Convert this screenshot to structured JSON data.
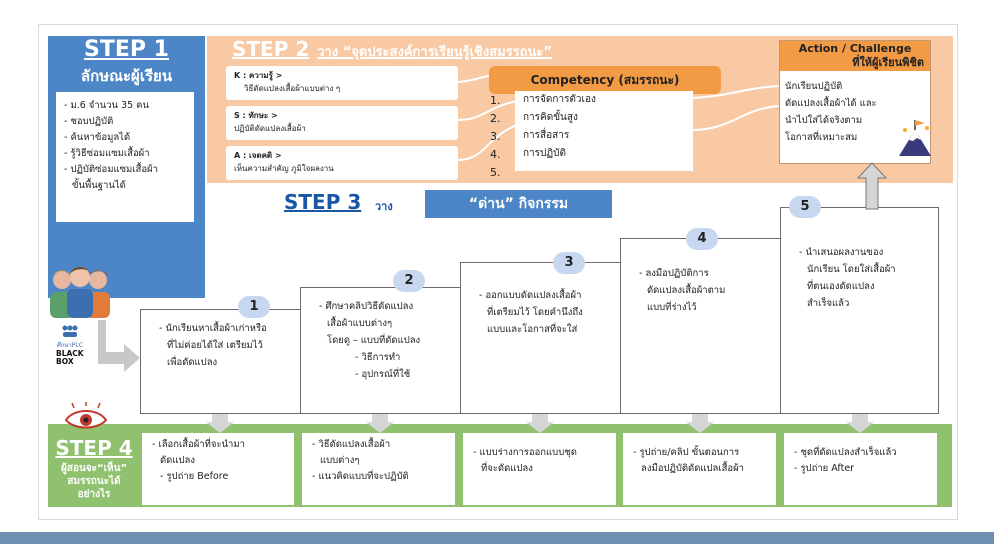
{
  "step1": {
    "title": "STEP 1",
    "subtitle": "ลักษณะผู้เรียน",
    "items": [
      "- ม.6 จำนวน 35 คน",
      "- ชอบปฏิบัติ",
      "- ค้นหาข้อมูลได้",
      "- รู้วิธีซ่อมแซมเสื้อผ้า",
      "- ปฏิบัติซ่อมแซมเสื้อผ้า",
      "  ขั้นพื้นฐานได้"
    ]
  },
  "step2": {
    "title": "STEP 2",
    "subtitle": "วาง “จุดประสงค์การเรียนรู้เชิงสมรรถนะ”",
    "k_label": "K : ความรู้ >",
    "k_text": "วิธีดัดแปลงเสื้อผ้าแบบต่าง ๆ",
    "s_label": "S : ทักษะ >",
    "s_text": "ปฏิบัติดัดแปลงเสื้อผ้า",
    "a_label": "A : เจตคติ >",
    "a_text": "เห็นความสำคัญ ภูมิใจผลงาน"
  },
  "competency": {
    "title": "Competency (สมรรถนะ)",
    "nums": [
      "1.",
      "2.",
      "3.",
      "4.",
      "5."
    ],
    "items": [
      "การจัดการตัวเอง",
      "การคิดขั้นสูง",
      "การสื่อสาร",
      "การปฏิบัติ"
    ]
  },
  "action": {
    "title_line1": "Action / Challenge",
    "title_line2": "ที่ให้ผู้เรียนพิชิต",
    "text": [
      "นักเรียนปฏิบัติ",
      "ดัดแปลงเสื้อผ้าได้ และ",
      "นำไปใส่ได้จริงตาม",
      "โอกาสที่เหมาะสม"
    ]
  },
  "step3": {
    "title": "STEP 3",
    "subtitle": "วาง",
    "badge": "“ด่าน” กิจกรรม"
  },
  "stages": [
    {
      "num": "1",
      "lines": [
        "- นักเรียนหาเสื้อผ้าเก่าหรือ",
        "  ที่ไม่ค่อยได้ใส่ เตรียมไว้",
        "  เพื่อดัดแปลง"
      ]
    },
    {
      "num": "2",
      "lines": [
        "- ศึกษาคลิปวิธีดัดแปลง",
        "  เสื้อผ้าแบบต่างๆ",
        "  โดยดู – แบบที่ดัดแปลง",
        "              - วิธีการทำ",
        "              - อุปกรณ์ที่ใช้"
      ]
    },
    {
      "num": "3",
      "lines": [
        "- ออกแบบดัดแปลงเสื้อผ้า",
        "  ที่เตรียมไว้ โดยคำนึงถึง",
        "  แบบและโอกาสที่จะใส่"
      ]
    },
    {
      "num": "4",
      "lines": [
        "- ลงมือปฏิบัติการ",
        "  ดัดแปลงเสื้อผ้าตาม",
        "  แบบที่ร่างไว้"
      ]
    },
    {
      "num": "5",
      "lines": [
        "- นำเสนอผลงานของ",
        "  นักเรียน โดยใส่เสื้อผ้า",
        "  ที่ตนเองดัดแปลง",
        "  สำเร็จแล้ว"
      ]
    }
  ],
  "step4": {
    "title": "STEP 4",
    "subtitle": [
      "ผู้สอนจะ“เห็น”",
      "สมรรถนะได้",
      "อย่างไร"
    ],
    "cells": [
      [
        "- เลือกเสื้อผ้าที่จะนำมา",
        "  ดัดแปลง",
        "- รูปถ่าย Before"
      ],
      [
        "- วิธีดัดแปลงเสื้อผ้า",
        "  แบบต่างๆ",
        "- แนวคิดแบบที่จะปฏิบัติ"
      ],
      [
        "- แบบร่างการออกแบบชุด",
        "  ที่จะดัดแปลง"
      ],
      [
        "- รูปถ่าย/คลิป ขั้นตอนการ",
        "  ลงมือปฏิบัติดัดแปลเสื้อผ้า"
      ],
      [
        "- ชุดที่ดัดแปลงสำเร็จแล้ว",
        "- รูปถ่าย After"
      ]
    ]
  },
  "logos": {
    "logo1": "ศึกษาPLC",
    "logo2": "BLACK BOX"
  },
  "colors": {
    "step1": "#4c86c6",
    "step2": "#f8c9a3",
    "competency": "#f39a45",
    "step4": "#8fc16f",
    "badge": "#4c86c6"
  }
}
